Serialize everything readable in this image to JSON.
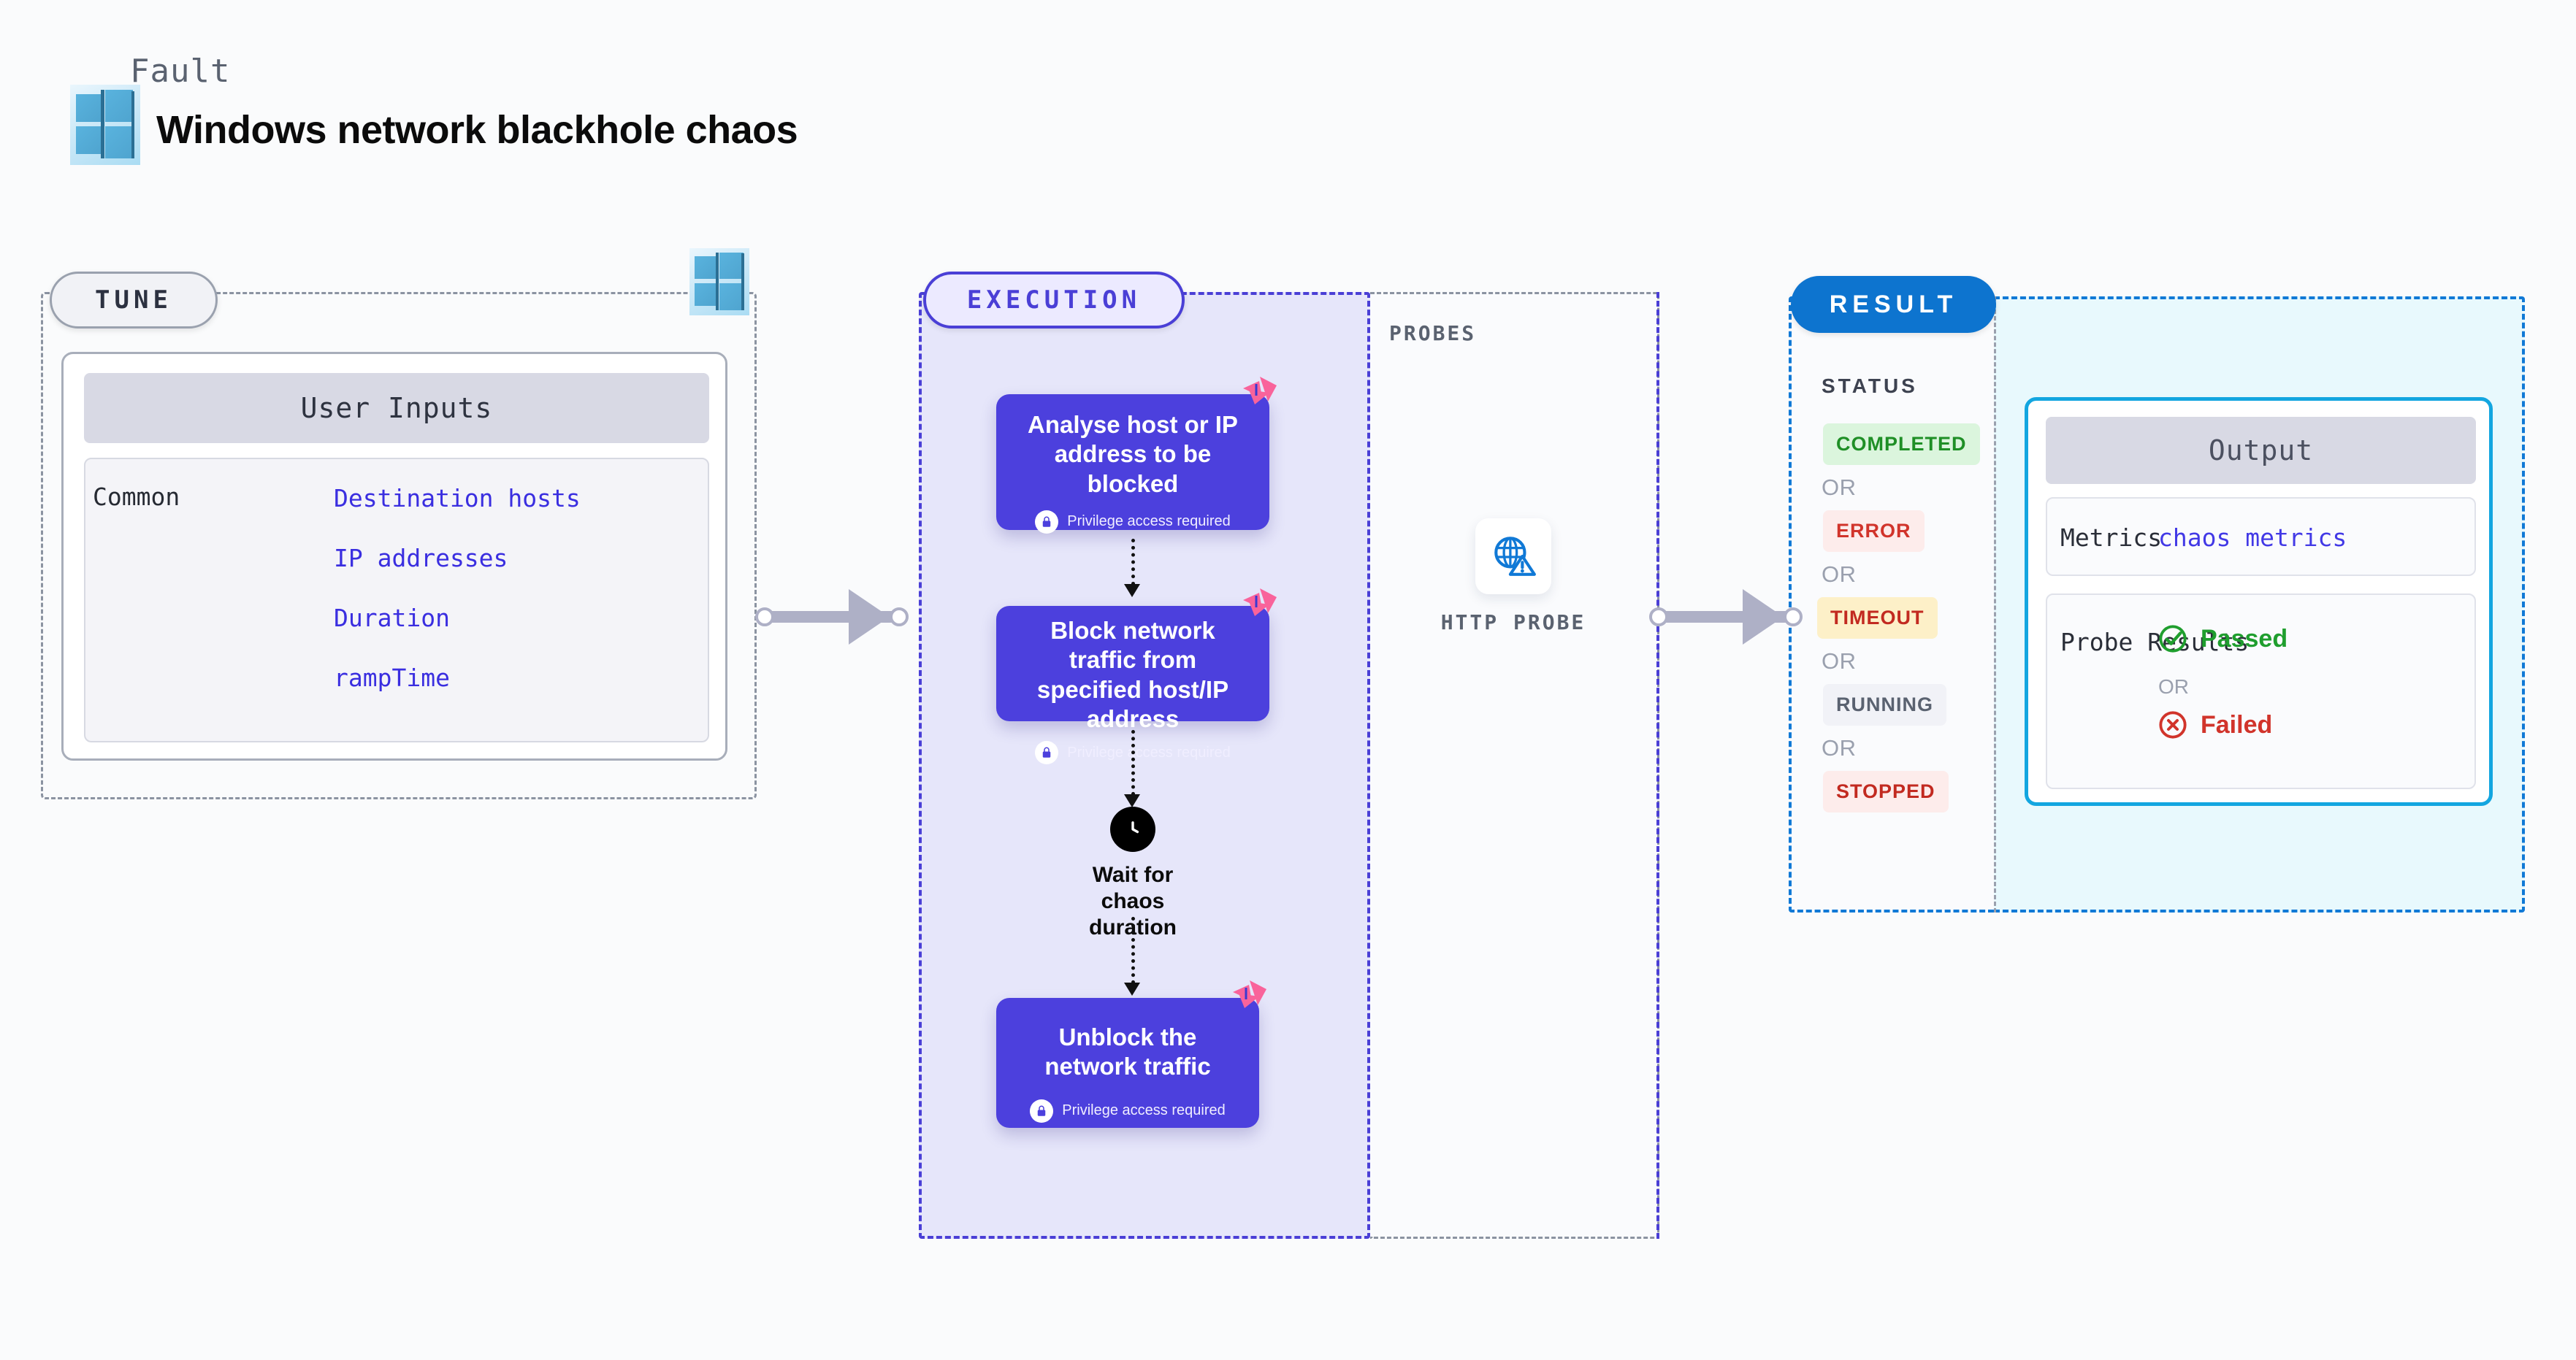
{
  "header": {
    "kicker": "Fault",
    "title": "Windows network blackhole chaos",
    "logo_icon": "windows-logo-icon"
  },
  "tune": {
    "pill_label": "TUNE",
    "card_title": "User Inputs",
    "group_label": "Common",
    "params": [
      "Destination hosts",
      "IP addresses",
      "Duration",
      "rampTime"
    ],
    "badge_icon": "windows-logo-icon"
  },
  "execution": {
    "pill_label": "EXECUTION",
    "steps": [
      {
        "title": "Analyse host or IP address to be blocked",
        "privilege_note": "Privilege access required",
        "lock_icon": "lock-icon",
        "corner_icon": "litmus-logo-icon"
      },
      {
        "title": "Block network traffic from specified host/IP address",
        "privilege_note": "Privilege access required",
        "lock_icon": "lock-icon",
        "corner_icon": "litmus-logo-icon"
      },
      {
        "title": "Unblock the network traffic",
        "privilege_note": "Privilege access required",
        "lock_icon": "lock-icon",
        "corner_icon": "litmus-logo-icon"
      }
    ],
    "wait_node": {
      "label": "Wait for chaos duration",
      "icon": "clock-icon"
    }
  },
  "probes": {
    "section_label": "PROBES",
    "items": [
      {
        "label": "HTTP PROBE",
        "icon": "globe-warning-icon"
      }
    ]
  },
  "result": {
    "pill_label": "RESULT",
    "status_label": "STATUS",
    "or_label": "OR",
    "statuses": [
      {
        "label": "COMPLETED",
        "bg": "#dbf5dd",
        "fg": "#1f8f26"
      },
      {
        "label": "ERROR",
        "bg": "#fdeceb",
        "fg": "#d1342b"
      },
      {
        "label": "TIMEOUT",
        "bg": "#fdf0c8",
        "fg": "#c22a20"
      },
      {
        "label": "RUNNING",
        "bg": "#f1f2f7",
        "fg": "#5a6270"
      },
      {
        "label": "STOPPED",
        "bg": "#fdeceb",
        "fg": "#c22a20"
      }
    ],
    "output": {
      "title": "Output",
      "metrics_key": "Metrics",
      "metrics_value": "chaos metrics",
      "probe_key": "Probe Results",
      "probe_pass": "Passed",
      "probe_pass_icon": "check-circle-icon",
      "probe_or": "OR",
      "probe_fail": "Failed",
      "probe_fail_icon": "x-circle-icon"
    }
  },
  "connectors": [
    {
      "name": "tune-to-execution",
      "icon": "arrow-right-icon"
    },
    {
      "name": "probes-to-result",
      "icon": "arrow-right-icon"
    }
  ],
  "colors": {
    "execution_accent": "#4a3fd6",
    "execution_bg": "#e6e6fa",
    "step_bg": "#4c40dd",
    "result_accent": "#1079d6",
    "result_bg": "#e8f9fd",
    "output_border": "#13a6e0",
    "param_text": "#3a2ee0",
    "litmus_pink": "#f9639b"
  }
}
